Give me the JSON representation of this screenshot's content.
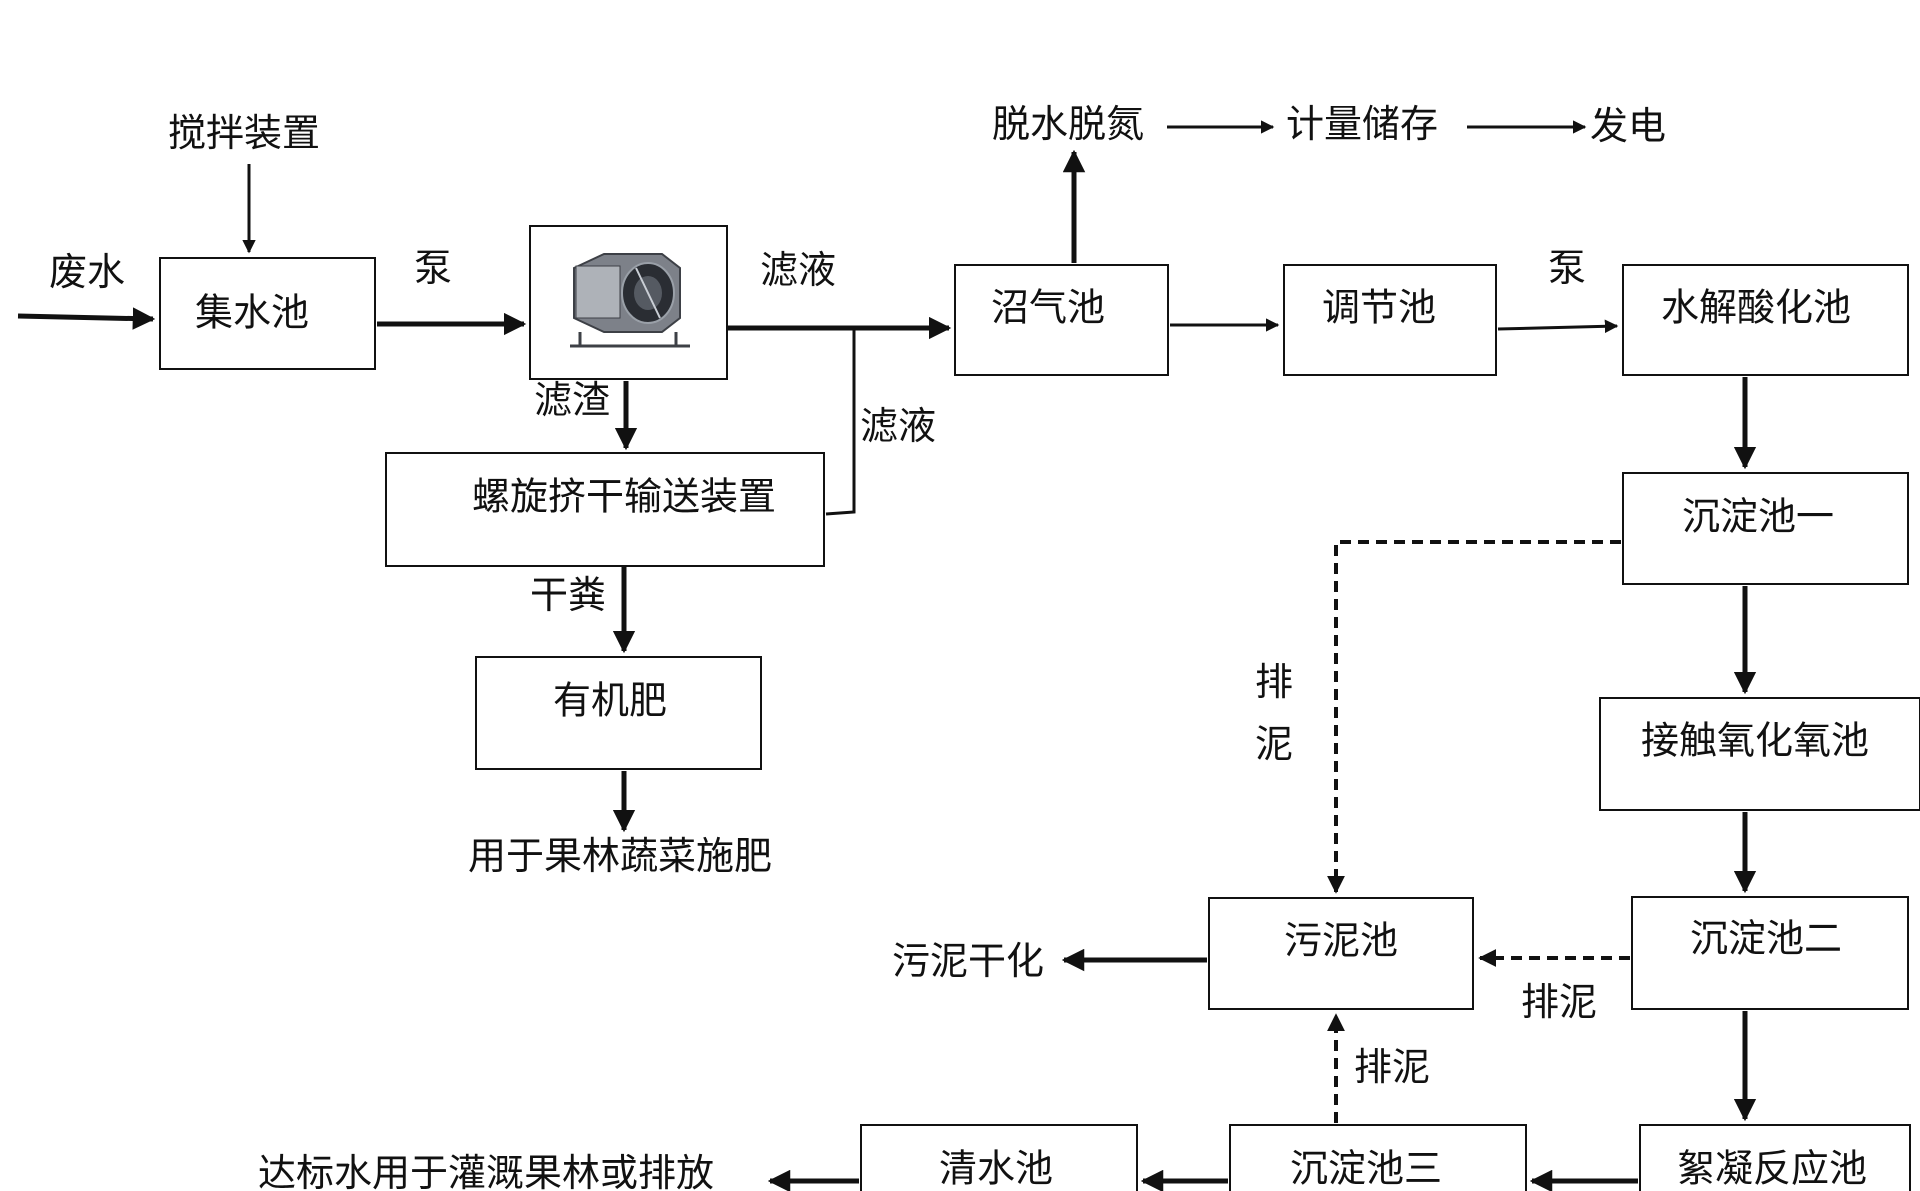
{
  "nodes": {
    "collection_tank": "集水池",
    "biogas_tank": "沼气池",
    "regulating_tank": "调节池",
    "hydrolysis_tank": "水解酸化池",
    "screw_press": "螺旋挤干输送装置",
    "organic_fertilizer": "有机肥",
    "sedimentation_1": "沉淀池一",
    "contact_oxidation": "接触氧化氧池",
    "sedimentation_2": "沉淀池二",
    "sludge_tank": "污泥池",
    "flocculation_tank": "絮凝反应池",
    "sedimentation_3": "沉淀池三",
    "clear_water_tank": "清水池"
  },
  "labels": {
    "stirring_device": "搅拌装置",
    "wastewater": "废水",
    "pump_1": "泵",
    "filtrate_1": "滤液",
    "filtrate_2": "滤液",
    "pump_2": "泵",
    "filter_residue": "滤渣",
    "dry_manure": "干粪",
    "fertilize_use": "用于果林蔬菜施肥",
    "dehydration": "脱水脱氮",
    "metering_storage": "计量储存",
    "power_generation": "发电",
    "sludge_discharge_v1": "排",
    "sludge_discharge_v2": "泥",
    "sludge_discharge_h": "排泥",
    "sludge_discharge_s3": "排泥",
    "sludge_drying": "污泥干化",
    "effluent_use": "达标水用于灌溉果林或排放"
  }
}
